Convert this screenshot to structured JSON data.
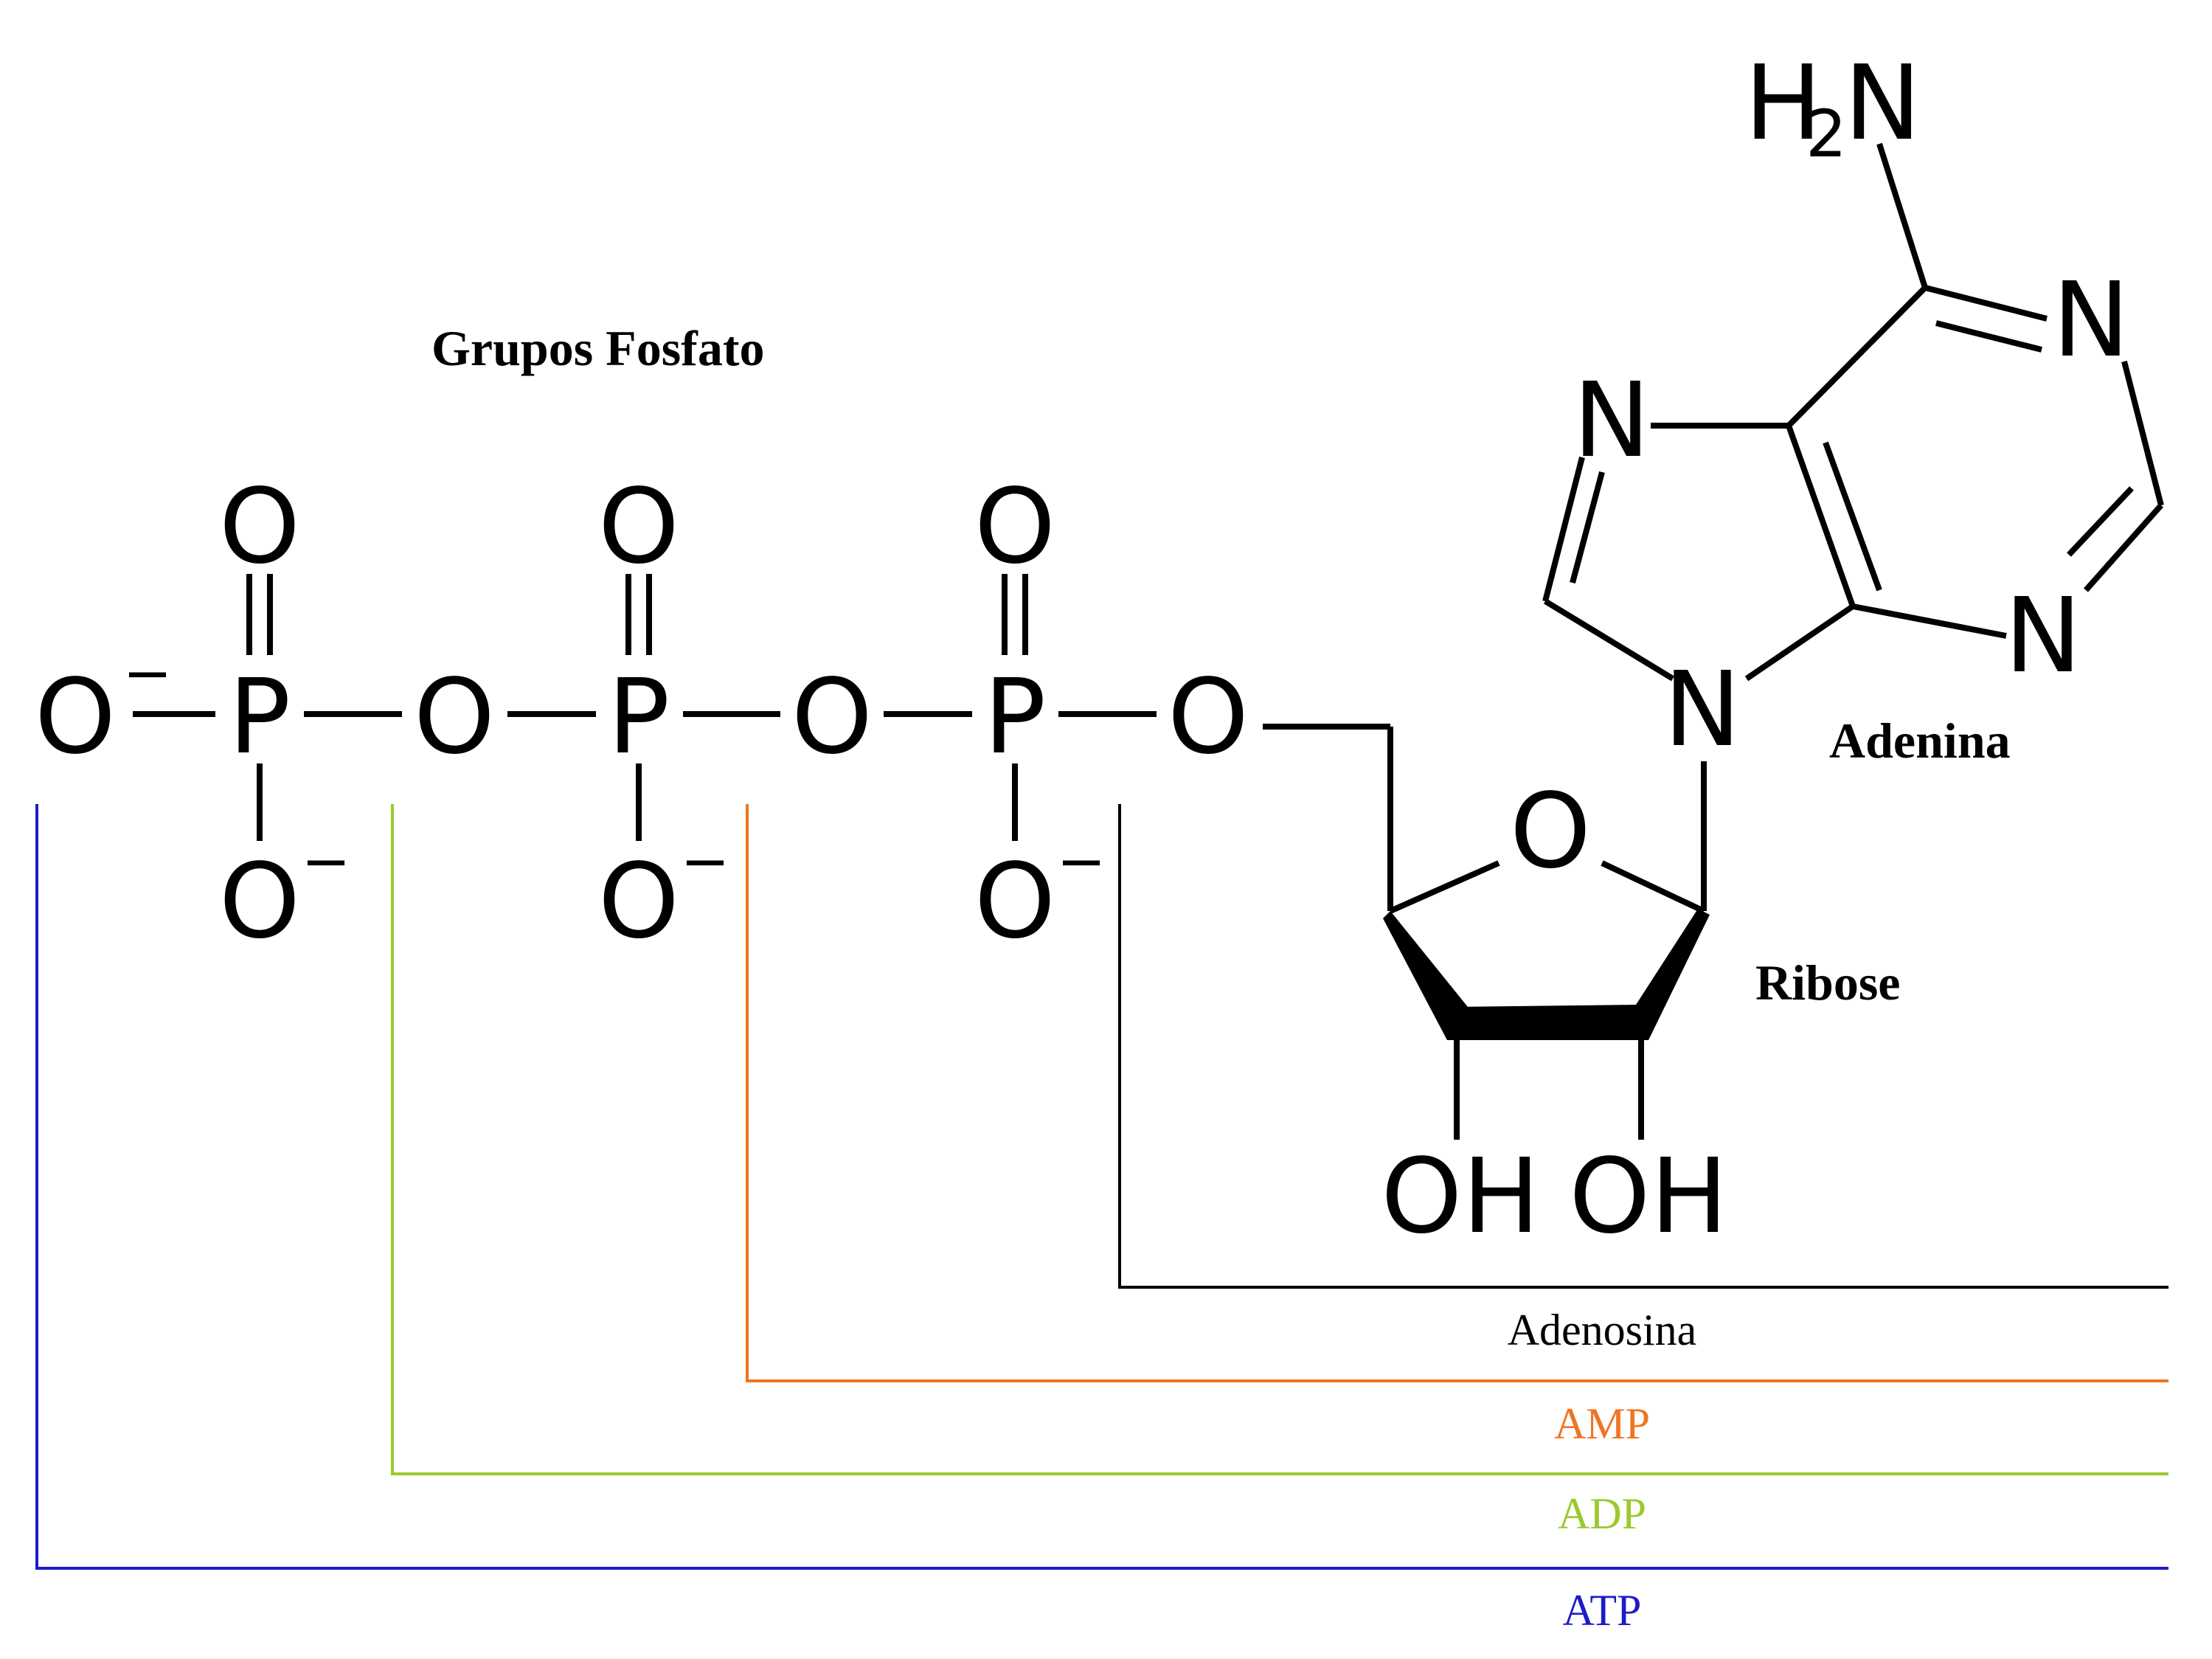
{
  "labels": {
    "phosphate_groups": "Grupos Fosfato",
    "adenine": "Adenina",
    "ribose": "Ribose"
  },
  "atoms": {
    "oxygen": "O",
    "phosphorus": "P",
    "nitrogen": "N",
    "hydroxyl": "OH",
    "hydrogen": "H",
    "subscript_two": "2",
    "negative_charge": "−"
  },
  "brackets": [
    {
      "label": "Adenosina",
      "color": "#000000"
    },
    {
      "label": "AMP",
      "color": "#EE7522"
    },
    {
      "label": "ADP",
      "color": "#9ACA2B"
    },
    {
      "label": "ATP",
      "color": "#1C1CC8"
    }
  ]
}
